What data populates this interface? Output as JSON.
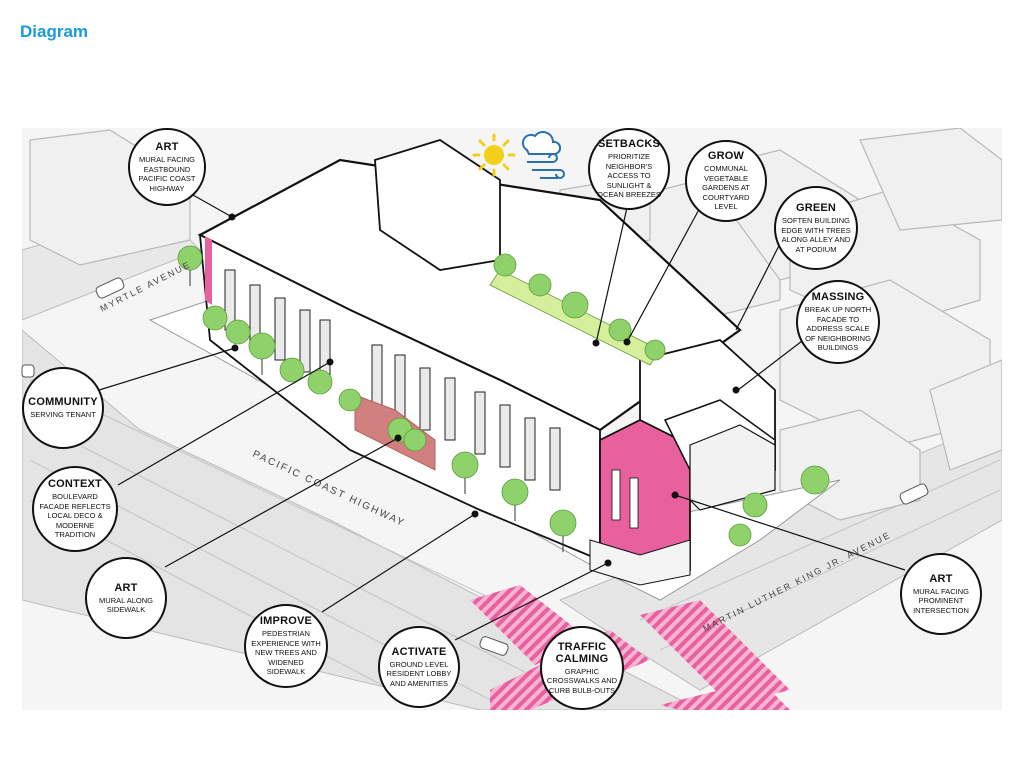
{
  "page": {
    "title": "Diagram"
  },
  "streets": {
    "myrtle": "MYRTLE AVENUE",
    "pch": "PACIFIC COAST HIGHWAY",
    "mlk": "MARTIN LUTHER KING JR. AVENUE"
  },
  "callouts": [
    {
      "key": "art-eastbound",
      "title": "ART",
      "desc": "MURAL FACING EASTBOUND PACIFIC COAST HIGHWAY"
    },
    {
      "key": "setbacks",
      "title": "SETBACKS",
      "desc": "PRIORITIZE NEIGHBOR'S ACCESS TO SUNLIGHT & OCEAN BREEZES"
    },
    {
      "key": "grow",
      "title": "GROW",
      "desc": "COMMUNAL VEGETABLE GARDENS AT COURTYARD LEVEL"
    },
    {
      "key": "green",
      "title": "GREEN",
      "desc": "SOFTEN BUILDING EDGE WITH TREES ALONG ALLEY AND AT PODIUM"
    },
    {
      "key": "massing",
      "title": "MASSING",
      "desc": "BREAK UP NORTH FACADE TO ADDRESS SCALE OF NEIGHBORING BUILDINGS"
    },
    {
      "key": "community",
      "title": "COMMUNITY",
      "desc": "SERVING TENANT"
    },
    {
      "key": "context",
      "title": "CONTEXT",
      "desc": "BOULEVARD FACADE REFLECTS LOCAL DECO & MODERNE TRADITION"
    },
    {
      "key": "art-sidewalk",
      "title": "ART",
      "desc": "MURAL ALONG SIDEWALK"
    },
    {
      "key": "improve",
      "title": "IMPROVE",
      "desc": "PEDESTRIAN EXPERIENCE WITH NEW TREES AND WIDENED SIDEWALK"
    },
    {
      "key": "activate",
      "title": "ACTIVATE",
      "desc": "GROUND LEVEL RESIDENT LOBBY AND AMENITIES"
    },
    {
      "key": "traffic",
      "title": "TRAFFIC CALMING",
      "desc": "GRAPHIC CROSSWALKS AND CURB BULB-OUTS"
    },
    {
      "key": "art-intersection",
      "title": "ART",
      "desc": "MURAL FACING PROMINENT INTERSECTION"
    }
  ],
  "colors": {
    "title": "#1a9bd7",
    "accent": "#e8609e",
    "tree": "#8fd16a",
    "sun": "#f2cf1a",
    "cloud": "#2a6fb0"
  },
  "icons": [
    "sun-icon",
    "wind-cloud-icon"
  ]
}
